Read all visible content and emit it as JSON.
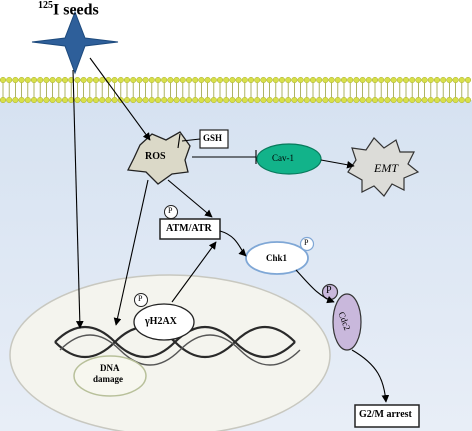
{
  "source": {
    "superscript": "125",
    "label": "I seeds"
  },
  "nodes": {
    "ros": "ROS",
    "gsh": "GSH",
    "cav1": "Cav-1",
    "emt": "EMT",
    "atm_atr": "ATM/ATR",
    "chk1": "Chk1",
    "cdc2": "Cdc2",
    "h2ax": "γH2AX",
    "dna_damage_line1": "DNA",
    "dna_damage_line2": "damage",
    "arrest": "G2/M arrest",
    "phospho": "P"
  },
  "colors": {
    "cytoplasm": "#dce6f2",
    "membrane_head": "#d8e04a",
    "membrane_tail": "#9aa040",
    "seed": "#2e5f9a",
    "cav1_fill": "#12b38a",
    "cdc2_fill": "#c9b8dc",
    "chk1_stroke": "#7fa7d6",
    "nucleus_fill": "#f4f4ee"
  }
}
